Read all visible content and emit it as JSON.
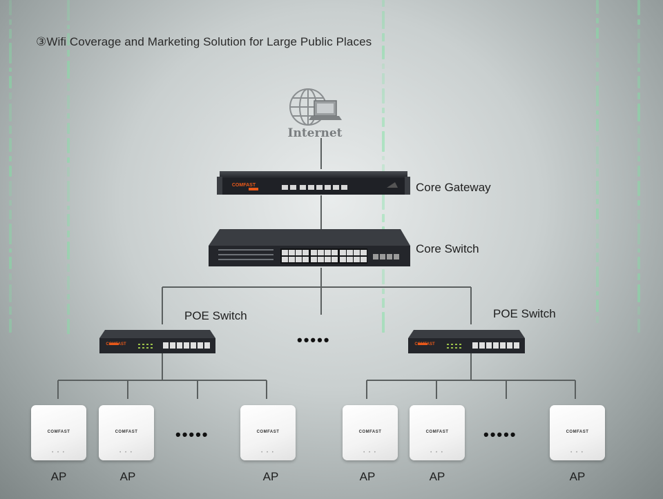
{
  "title": "③Wifi Coverage and Marketing Solution for Large Public Places",
  "internet": {
    "label": "Internet"
  },
  "core_gateway": {
    "label": "Core Gateway",
    "brand": "COMFAST"
  },
  "core_switch": {
    "label": "Core Switch"
  },
  "poe_switches": [
    {
      "label": "POE Switch",
      "brand": "COMFAST"
    },
    {
      "label": "POE Switch",
      "brand": "COMFAST"
    }
  ],
  "ellipsis": "•••••",
  "access_points": [
    {
      "label": "AP",
      "brand": "COMFAST"
    },
    {
      "label": "AP",
      "brand": "COMFAST"
    },
    {
      "label": "AP",
      "brand": "COMFAST"
    },
    {
      "label": "AP",
      "brand": "COMFAST"
    },
    {
      "label": "AP",
      "brand": "COMFAST"
    },
    {
      "label": "AP",
      "brand": "COMFAST"
    }
  ],
  "colors": {
    "line": "#5a5f5f",
    "device_body": "#2b2d30",
    "brand_orange": "#e8591a",
    "matrix_green": "#7fe3a3"
  }
}
